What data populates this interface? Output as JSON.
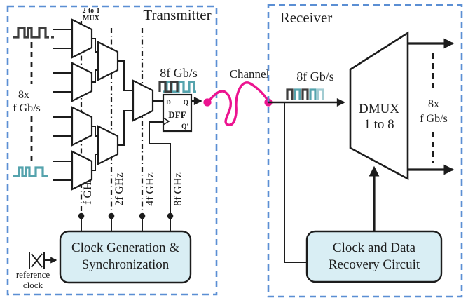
{
  "diagram": {
    "transmitter": {
      "title": "Transmitter",
      "mux_label": {
        "line1": "2-to-1",
        "line2": "MUX"
      },
      "input_rate": {
        "line1": "8x",
        "line2": "f Gb/s"
      },
      "serial_rate": "8f Gb/s",
      "dff": {
        "d": "D",
        "q": "Q",
        "name": "DFF",
        "q_bar": "Q'"
      },
      "clock_labels": [
        "f GHz",
        "2f GHz",
        "4f GHz",
        "8f GHz"
      ],
      "clock_box": {
        "line1": "Clock Generation &",
        "line2": "Synchronization"
      },
      "reference": {
        "line1": "reference",
        "line2": "clock"
      }
    },
    "channel": {
      "label": "Channel"
    },
    "receiver": {
      "title": "Receiver",
      "serial_rate": "8f Gb/s",
      "dmux": {
        "line1": "DMUX",
        "line2": "1 to 8"
      },
      "output_rate": {
        "line1": "8x",
        "line2": "f Gb/s"
      },
      "cdr_box": {
        "line1": "Clock and Data",
        "line2": "Recovery Circuit"
      }
    },
    "colors": {
      "border_blue": "#5b8fd4",
      "box_fill": "#d9eef4",
      "channel_magenta": "#ec1390",
      "waveform_teal": "#55a3ad",
      "waveform_dark": "#3d3d3d"
    }
  }
}
